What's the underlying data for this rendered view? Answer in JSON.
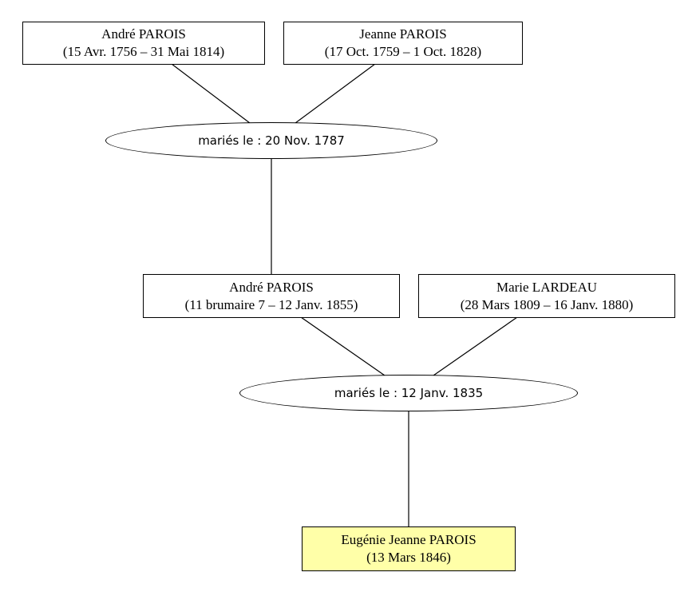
{
  "persons": {
    "andre_sr": {
      "name": "André PAROIS",
      "dates": "(15 Avr. 1756 – 31 Mai 1814)"
    },
    "jeanne": {
      "name": "Jeanne PAROIS",
      "dates": "(17 Oct. 1759 – 1 Oct. 1828)"
    },
    "andre_jr": {
      "name": "André PAROIS",
      "dates": "(11 brumaire 7 – 12 Janv. 1855)"
    },
    "marie": {
      "name": "Marie LARDEAU",
      "dates": "(28 Mars 1809 – 16 Janv. 1880)"
    },
    "eugenie": {
      "name": "Eugénie Jeanne PAROIS",
      "dates": "(13 Mars 1846)"
    }
  },
  "marriages": {
    "m1": "mariés le : 20 Nov. 1787",
    "m2": "mariés le : 12 Janv. 1835"
  },
  "colors": {
    "highlight": "#ffffa8",
    "stroke": "#000000",
    "background": "#ffffff"
  }
}
